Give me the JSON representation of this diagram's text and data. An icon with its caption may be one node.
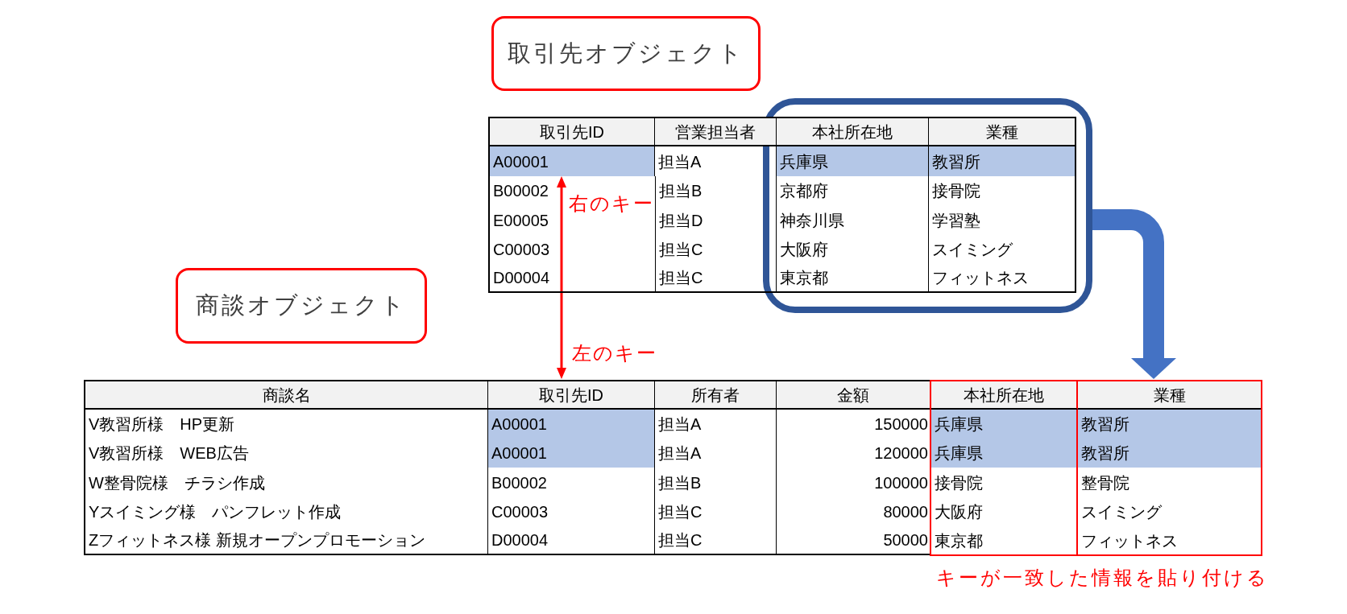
{
  "diagram": {
    "nodes": [
      {
        "text": [
          "取引先オブジェクト"
        ]
      },
      {
        "text": [],
        "shape": "box"
      },
      {
        "text": [
          "取引先ID"
        ]
      },
      {
        "text": [
          "営業担当者"
        ]
      },
      {
        "text": [
          "本社所在地"
        ],
        "in": 1
      },
      {
        "text": [
          "業種"
        ],
        "in": 1
      },
      {
        "text": [
          "A00001"
        ]
      },
      {
        "text": [
          "担当A"
        ]
      },
      {
        "text": [
          "兵庫県"
        ],
        "in": 1
      },
      {
        "text": [
          "教習所"
        ],
        "in": 1
      },
      {
        "text": [
          "B00002"
        ]
      },
      {
        "text": [
          "担当B"
        ]
      },
      {
        "text": [
          "京都府"
        ],
        "in": 1
      },
      {
        "text": [
          "接骨院"
        ],
        "in": 1
      },
      {
        "text": [
          "E00005"
        ]
      },
      {
        "text": [
          "担当D"
        ]
      },
      {
        "text": [
          "神奈川県"
        ],
        "in": 1
      },
      {
        "text": [
          "学習塾"
        ],
        "in": 1
      },
      {
        "text": [
          "C00003"
        ]
      },
      {
        "text": [
          "担当C"
        ]
      },
      {
        "text": [
          "大阪府"
        ],
        "in": 1
      },
      {
        "text": [
          "スイミング"
        ],
        "in": 1
      },
      {
        "text": [
          "D00004"
        ]
      },
      {
        "text": [
          "担当C"
        ]
      },
      {
        "text": [
          "東京都"
        ],
        "in": 1
      },
      {
        "text": [
          "フィットネス"
        ],
        "in": 1
      },
      {
        "text": [
          "商談オブジェクト"
        ]
      },
      {
        "text": [],
        "shape": "box"
      },
      {
        "text": [
          "商談名"
        ]
      },
      {
        "text": [
          "取引先ID"
        ]
      },
      {
        "text": [
          "所有者"
        ]
      },
      {
        "text": [
          "金額"
        ]
      },
      {
        "text": [
          "本社所在地"
        ],
        "in": 27
      },
      {
        "text": [
          "業種"
        ],
        "in": 27
      },
      {
        "text": [
          "V教習所様　HP更新"
        ]
      },
      {
        "text": [
          "A00001"
        ]
      },
      {
        "text": [
          "担当A"
        ]
      },
      {
        "text": [
          "150000"
        ]
      },
      {
        "text": [
          "兵庫県"
        ],
        "in": 27
      },
      {
        "text": [
          "教習所"
        ],
        "in": 27
      },
      {
        "text": [
          "V教習所様　WEB広告"
        ]
      },
      {
        "text": [
          "A00001"
        ]
      },
      {
        "text": [
          "担当A"
        ]
      },
      {
        "text": [
          "120000"
        ]
      },
      {
        "text": [
          "兵庫県"
        ],
        "in": 27
      },
      {
        "text": [
          "教習所"
        ],
        "in": 27
      },
      {
        "text": [
          "W整骨院様　チラシ作成"
        ]
      },
      {
        "text": [
          "B00002"
        ]
      },
      {
        "text": [
          "担当B"
        ]
      },
      {
        "text": [
          "100000"
        ]
      },
      {
        "text": [
          "接骨院"
        ],
        "in": 27
      },
      {
        "text": [
          "整骨院"
        ],
        "in": 27
      },
      {
        "text": [
          "Yスイミング様　パンフレット作成"
        ]
      },
      {
        "text": [
          "C00003"
        ]
      },
      {
        "text": [
          "担当C"
        ]
      },
      {
        "text": [
          "80000"
        ]
      },
      {
        "text": [
          "大阪府"
        ],
        "in": 27
      },
      {
        "text": [
          "スイミング"
        ],
        "in": 27
      },
      {
        "text": [
          "Zフィットネス様 新規オープンプロモーション"
        ]
      },
      {
        "text": [
          "D00004"
        ]
      },
      {
        "text": [
          "担当C"
        ]
      },
      {
        "text": [
          "50000"
        ]
      },
      {
        "text": [
          "東京都"
        ],
        "in": 27
      },
      {
        "text": [
          "フィットネス"
        ],
        "in": 27
      }
    ],
    "edges": [
      {
        "from": 29,
        "to": 6,
        "arrow": "both",
        "color": "#ff0000"
      },
      {
        "from": 1,
        "to": 27,
        "arrow": "to",
        "style": "thick",
        "color": "#4472c4"
      }
    ],
    "labels": [
      "右のキー",
      "左のキー",
      "キーが一致した情報を貼り付ける"
    ]
  }
}
